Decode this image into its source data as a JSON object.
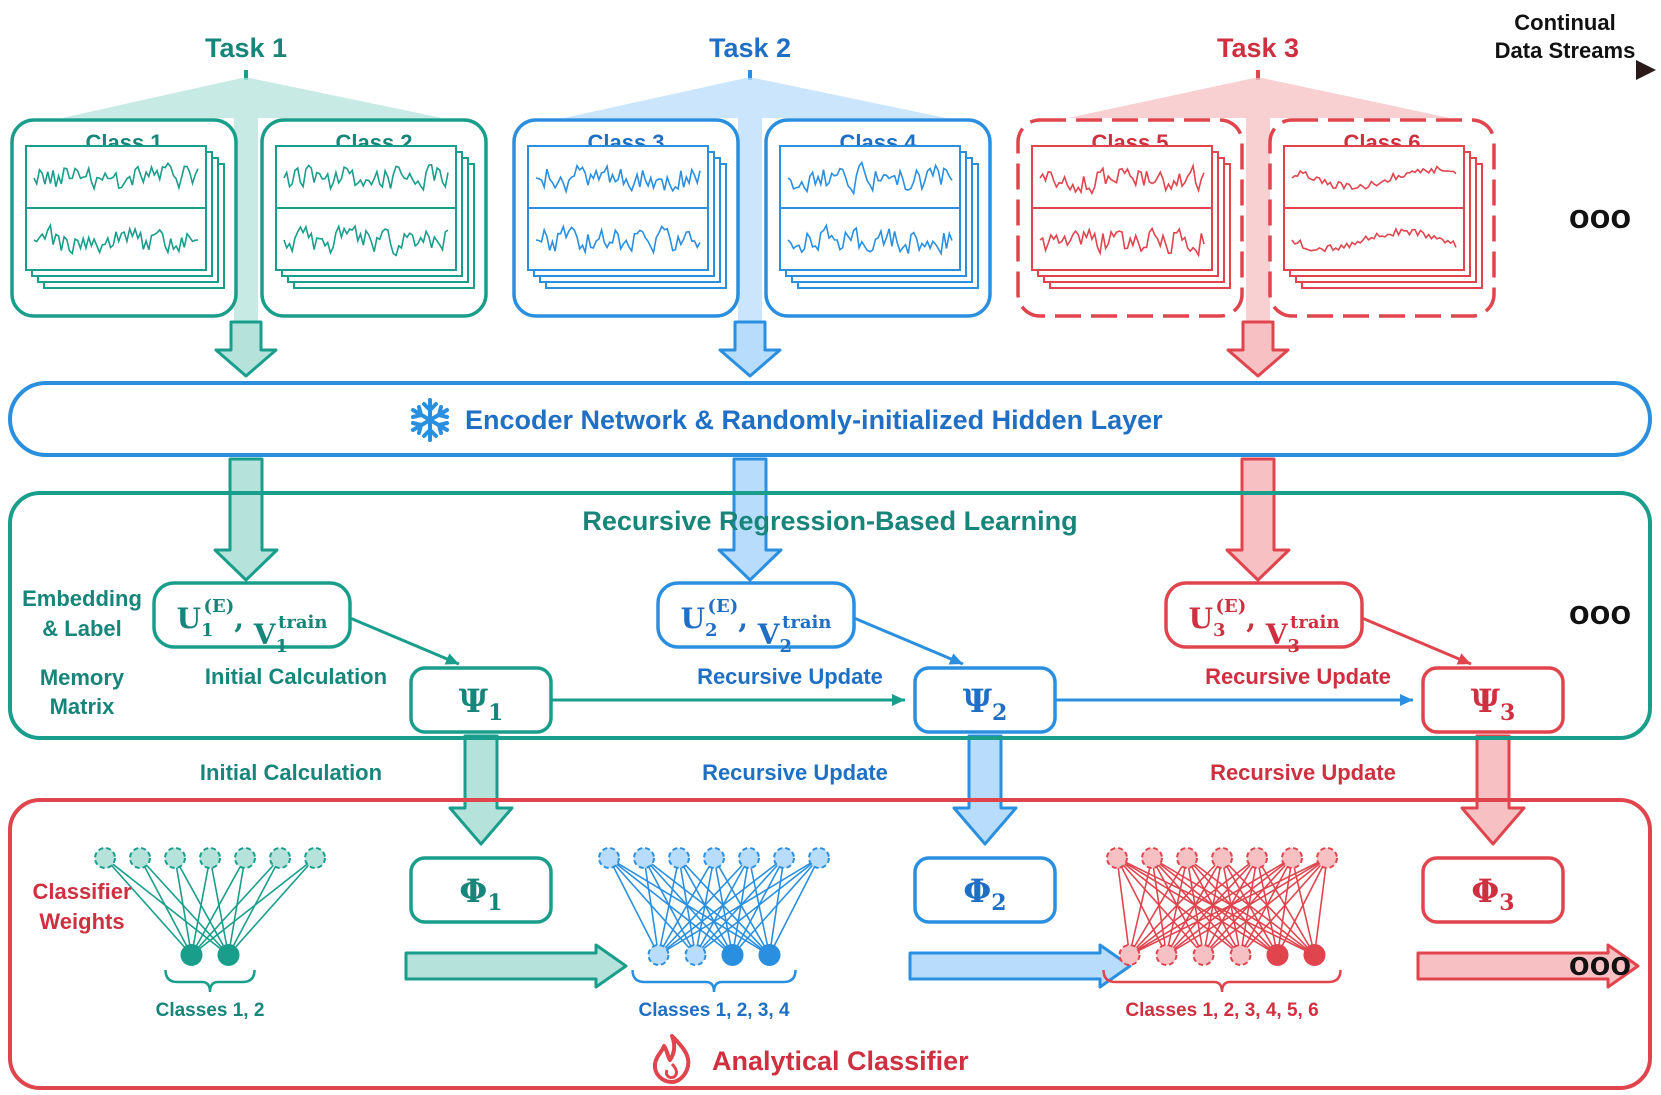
{
  "stream": {
    "label_line1": "Continual",
    "label_line2": "Data Streams"
  },
  "colors": {
    "teal": "#1a9e8c",
    "blue": "#2b8fe0",
    "red": "#e0454e",
    "teal_text": "#17857a",
    "blue_text": "#1f6fc4",
    "red_text": "#cf3040",
    "teal_light": "#b5e3dc",
    "blue_light": "#b8dcfb",
    "red_light": "#f7c0c3"
  },
  "tasks": [
    {
      "label": "Task 1",
      "classes": [
        "Class 1",
        "Class 2"
      ],
      "embedding": {
        "U": "U",
        "U_sub": "1",
        "U_sup": "(E)",
        "V": "V",
        "V_sub": "1",
        "V_sup": "train"
      },
      "psi": "Ψ",
      "psi_sub": "1",
      "phi": "Φ",
      "phi_sub": "1",
      "memory_arrow_label": "Initial Calculation",
      "classifier_arrow_label": "Initial Calculation",
      "classes_caption": "Classes 1, 2"
    },
    {
      "label": "Task 2",
      "classes": [
        "Class 3",
        "Class 4"
      ],
      "embedding": {
        "U": "U",
        "U_sub": "2",
        "U_sup": "(E)",
        "V": "V",
        "V_sub": "2",
        "V_sup": "train"
      },
      "psi": "Ψ",
      "psi_sub": "2",
      "phi": "Φ",
      "phi_sub": "2",
      "memory_arrow_label": "Recursive Update",
      "classifier_arrow_label": "Recursive Update",
      "classes_caption": "Classes 1, 2, 3, 4"
    },
    {
      "label": "Task 3",
      "classes": [
        "Class 5",
        "Class 6"
      ],
      "embedding": {
        "U": "U",
        "U_sub": "3",
        "U_sup": "(E)",
        "V": "V",
        "V_sub": "3",
        "V_sup": "train"
      },
      "psi": "Ψ",
      "psi_sub": "3",
      "phi": "Φ",
      "phi_sub": "3",
      "memory_arrow_label": "Recursive Update",
      "classifier_arrow_label": "Recursive Update",
      "classes_caption": "Classes 1, 2, 3, 4, 5, 6"
    }
  ],
  "encoder": {
    "label": "Encoder Network & Randomly-initialized Hidden Layer",
    "icon": "snowflake-icon"
  },
  "recursive": {
    "title": "Recursive Regression-Based Learning"
  },
  "side_labels": {
    "embedding_line1": "Embedding",
    "embedding_line2": "& Label",
    "memory_line1": "Memory",
    "memory_line2": "Matrix",
    "classifier_line1": "Classifier",
    "classifier_line2": "Weights"
  },
  "classifier": {
    "title": "Analytical Classifier",
    "icon": "fire-icon"
  },
  "ellipsis": "ooo"
}
